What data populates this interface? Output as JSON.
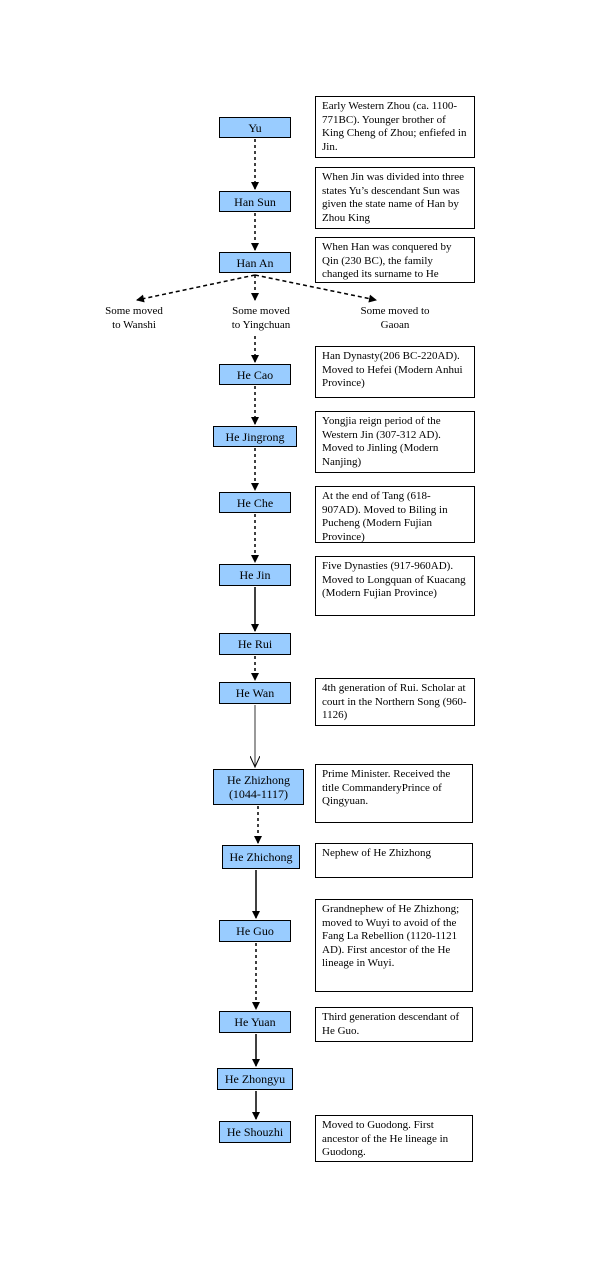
{
  "nodes": {
    "yu": "Yu",
    "han_sun": "Han Sun",
    "han_an": "Han An",
    "he_cao": "He Cao",
    "he_jingrong": "He Jingrong",
    "he_che": "He Che",
    "he_jin": "He Jin",
    "he_rui": "He Rui",
    "he_wan": "He Wan",
    "he_zhizhong": "He Zhizhong\n(1044-1117)",
    "he_zhichong": "He Zhichong",
    "he_guo": "He Guo",
    "he_yuan": "He Yuan",
    "he_zhongyu": "He Zhongyu",
    "he_shouzhi": "He Shouzhi"
  },
  "notes": {
    "yu": "Early Western Zhou (ca. 1100-771BC). Younger brother of King Cheng of Zhou; enfiefed in Jin.",
    "han_sun": "When Jin was divided into three states Yu’s descendant Sun was given the state name of Han by Zhou King",
    "han_an": "When Han was conquered by Qin (230 BC), the family changed its surname to He",
    "he_cao": "Han Dynasty(206 BC-220AD). Moved to Hefei (Modern Anhui Province)",
    "he_jingrong": "Yongjia reign period of the Western Jin (307-312 AD). Moved to Jinling (Modern Nanjing)",
    "he_che": "At the end of Tang (618-907AD). Moved to Biling in Pucheng (Modern Fujian Province)",
    "he_jin": "Five Dynasties (917-960AD). Moved to Longquan of Kuacang (Modern Fujian Province)",
    "he_wan": "4th generation of Rui. Scholar at court in the Northern Song (960-1126)",
    "he_zhizhong": "Prime Minister. Received the title CommanderyPrince of Qingyuan.",
    "he_zhichong": "Nephew of He Zhizhong",
    "he_guo": "Grandnephew of He Zhizhong; moved to Wuyi to avoid of the Fang La Rebellion (1120-1121 AD). First ancestor of the He lineage  in Wuyi.",
    "he_yuan": "Third generation descendant of He Guo.",
    "he_shouzhi": "Moved to Guodong. First ancestor of the He lineage in Guodong."
  },
  "branches": {
    "wanshi": "Some moved\nto Wanshi",
    "yingchuan": "Some moved\nto Yingchuan",
    "gaoan": "Some moved to\nGaoan"
  },
  "colors": {
    "node_fill": "#99ccff",
    "border": "#000000"
  }
}
